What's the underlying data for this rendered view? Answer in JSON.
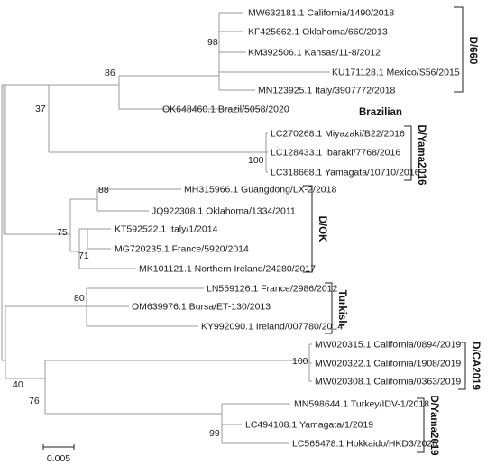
{
  "taxa": [
    "MW632181.1 California/1490/2018",
    "KF425662.1 Oklahoma/660/2013",
    "KM392506.1 Kansas/11-8/2012",
    "KU171128.1 Mexico/S56/2015",
    "MN123925.1 Italy/3907772/2018",
    "OK648460.1 Brazil/5058/2020",
    "LC270268.1 Miyazaki/B22/2016",
    "LC128433.1 Ibaraki/7768/2016",
    "LC318668.1 Yamagata/10710/2016",
    "MH315966.1 Guangdong/LX-2/2018",
    "JQ922308.1 Oklahoma/1334/2011",
    "KT592522.1 Italy/1/2014",
    "MG720235.1 France/5920/2014",
    "MK101121.1 Northern Ireland/24280/2017",
    "LN559126.1 France/2986/2012",
    "OM639976.1 Bursa/ET-130/2013",
    "KY992090.1 Ireland/007780/2014",
    "MW020315.1 California/0894/2019",
    "MW020322.1 California/1908/2019",
    "MW020308.1 California/0363/2019",
    "MN598644.1 Turkey/IDV-1/2018",
    "LC494108.1 Yamagata/1/2019",
    "LC565478.1 Hokkaido/HKD3/2020"
  ],
  "bootstrap": [
    "98",
    "86",
    "37",
    "100",
    "88",
    "75",
    "71",
    "80",
    "100",
    "40",
    "76",
    "99"
  ],
  "clades": {
    "d660": "D/660",
    "brazilian": "Brazilian",
    "yama2016": "D/Yama2016",
    "dok": "D/OK",
    "turkish": "Turkish",
    "dca2019": "D/CA2019",
    "yama2019": "D/Yama2019"
  },
  "scale_bar": {
    "label": "0.005"
  }
}
